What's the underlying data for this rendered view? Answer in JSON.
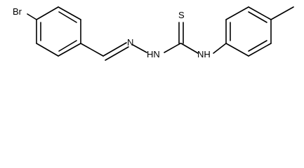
{
  "atoms": {
    "bromine": "Br",
    "sulfur": "S",
    "hydrazine_nh": "HN",
    "amide_nh": "NH",
    "imine_n": "N"
  },
  "colors": {
    "bond": "#000000",
    "label": "#000000",
    "background": "#ffffff"
  }
}
